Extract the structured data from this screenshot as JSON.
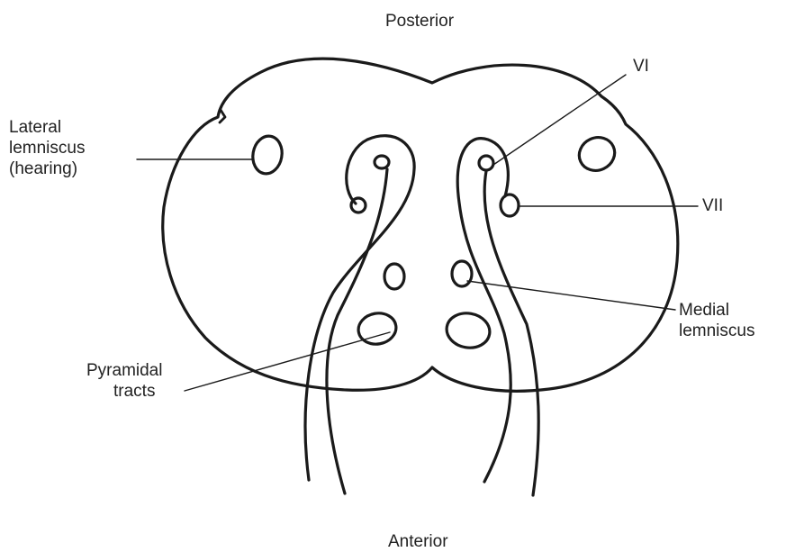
{
  "labels": {
    "posterior": "Posterior",
    "anterior": "Anterior",
    "lateral_lemniscus": [
      "Lateral",
      "lemniscus",
      "(hearing)"
    ],
    "vi": "VI",
    "vii": "VII",
    "medial_lemniscus": [
      "Medial",
      "lemniscus"
    ],
    "pyramidal_tracts": [
      "Pyramidal",
      "tracts"
    ]
  }
}
